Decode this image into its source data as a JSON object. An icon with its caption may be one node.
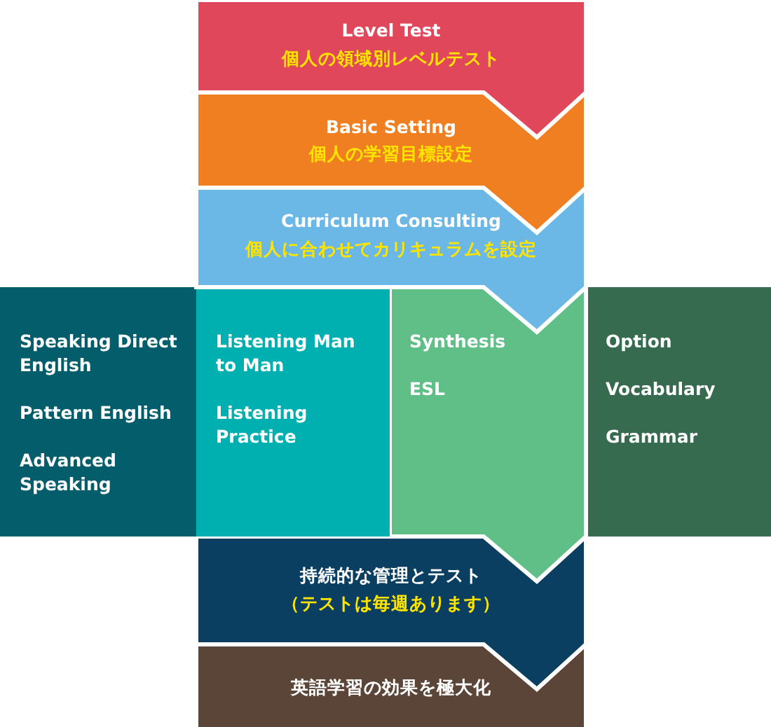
{
  "diagram": {
    "nodes": [
      {
        "text": [
          "Level Test",
          "個人の領域別レベルテスト"
        ]
      },
      {
        "text": [
          "Basic Setting",
          "個人の学習目標設定"
        ]
      },
      {
        "text": [
          "Curriculum Consulting",
          "個人に合わせてカリキュラムを設定"
        ]
      },
      {
        "text": [
          "Speaking Direct English",
          "Pattern English",
          "Advanced Speaking"
        ]
      },
      {
        "text": [
          "Listening Man to Man",
          "Listening Practice"
        ]
      },
      {
        "text": [
          "Synthesis",
          "ESL"
        ]
      },
      {
        "text": [
          "Option",
          "Vocabulary",
          "Grammar"
        ]
      },
      {
        "text": [
          "持続的な管理とテスト",
          "（テストは毎週あります）"
        ]
      },
      {
        "text": [
          "英語学習の効果を極大化"
        ]
      }
    ]
  }
}
